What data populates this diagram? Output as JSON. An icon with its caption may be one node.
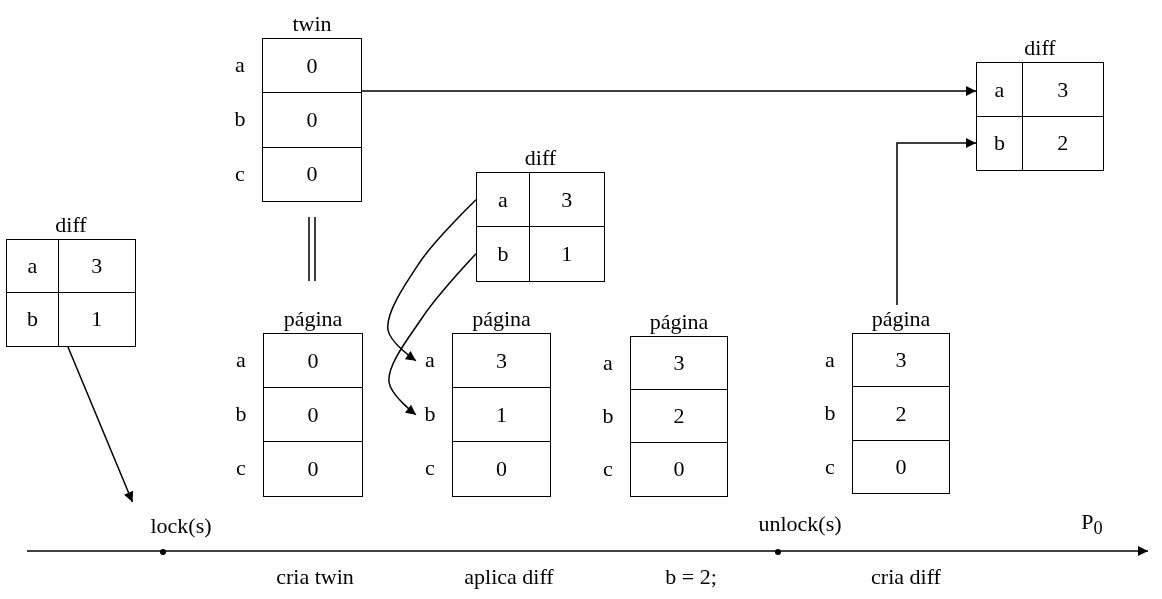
{
  "diagram": {
    "nodes": [
      {
        "text": [
          "twin"
        ]
      },
      {
        "text": [
          "a",
          "0"
        ],
        "in": 0
      },
      {
        "text": [
          "b",
          "0"
        ],
        "in": 0
      },
      {
        "text": [
          "c",
          "0"
        ],
        "in": 0
      },
      {
        "text": [
          "diff"
        ]
      },
      {
        "text": [
          "a",
          "3"
        ],
        "in": 4
      },
      {
        "text": [
          "b",
          "2"
        ],
        "in": 4
      },
      {
        "text": [
          "diff"
        ]
      },
      {
        "text": [
          "a",
          "3"
        ],
        "in": 7
      },
      {
        "text": [
          "b",
          "1"
        ],
        "in": 7
      },
      {
        "text": [
          "diff"
        ]
      },
      {
        "text": [
          "a",
          "3"
        ],
        "in": 10
      },
      {
        "text": [
          "b",
          "1"
        ],
        "in": 10
      },
      {
        "text": [
          "página"
        ]
      },
      {
        "text": [
          "a",
          "0"
        ],
        "in": 13
      },
      {
        "text": [
          "b",
          "0"
        ],
        "in": 13
      },
      {
        "text": [
          "c",
          "0"
        ],
        "in": 13
      },
      {
        "text": [
          "página"
        ]
      },
      {
        "text": [
          "a",
          "3"
        ],
        "in": 17
      },
      {
        "text": [
          "b",
          "1"
        ],
        "in": 17
      },
      {
        "text": [
          "c",
          "0"
        ],
        "in": 17
      },
      {
        "text": [
          "página"
        ]
      },
      {
        "text": [
          "a",
          "3"
        ],
        "in": 21
      },
      {
        "text": [
          "b",
          "2"
        ],
        "in": 21
      },
      {
        "text": [
          "c",
          "0"
        ],
        "in": 21
      },
      {
        "text": [
          "página"
        ]
      },
      {
        "text": [
          "a",
          "3"
        ],
        "in": 25
      },
      {
        "text": [
          "b",
          "2"
        ],
        "in": 25
      },
      {
        "text": [
          "c",
          "0"
        ],
        "in": 25
      },
      {
        "text": [
          "lock(s)"
        ]
      }
    ],
    "edges": [
      {
        "from": 0,
        "to": 4,
        "arrow": "to"
      },
      {
        "from": 0,
        "to": 13,
        "arrow": "none"
      },
      {
        "from": 8,
        "to": 18,
        "arrow": "to"
      },
      {
        "from": 9,
        "to": 19,
        "arrow": "to"
      },
      {
        "from": 10,
        "to": 29,
        "arrow": "to"
      },
      {
        "from": 25,
        "to": 6,
        "arrow": "to"
      }
    ],
    "labels": [
      "unlock(s)",
      "P$_{0}$",
      "cria twin",
      "aplica diff",
      "b = 2;",
      "cria diff"
    ]
  }
}
